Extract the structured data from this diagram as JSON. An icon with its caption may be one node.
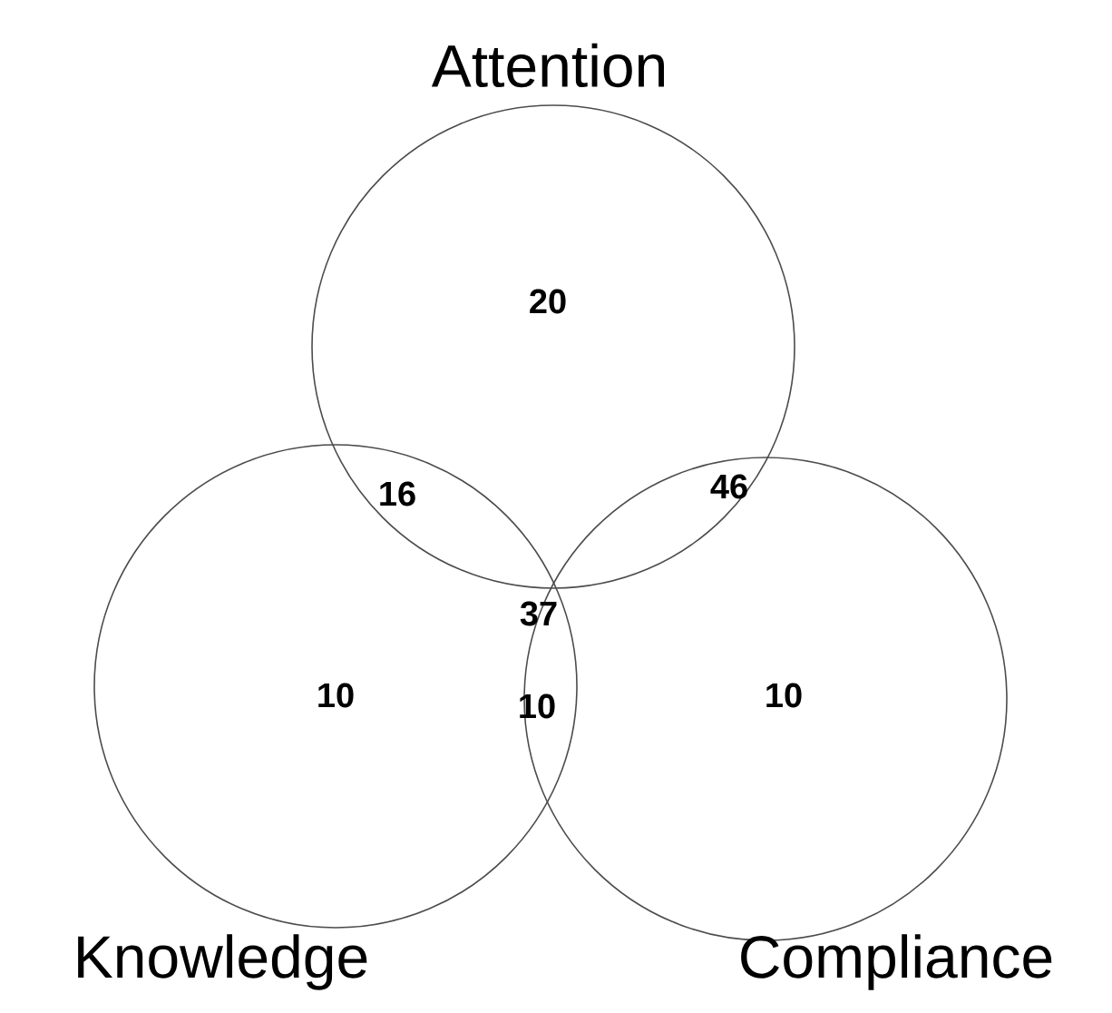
{
  "diagram": {
    "nodes": [
      {
        "text": [
          "Attention"
        ]
      },
      {
        "text": [
          "Knowledge"
        ]
      },
      {
        "text": [
          "Compliance"
        ]
      }
    ],
    "labels": [
      "20",
      "16",
      "46",
      "37",
      "10",
      "10",
      "10"
    ]
  }
}
